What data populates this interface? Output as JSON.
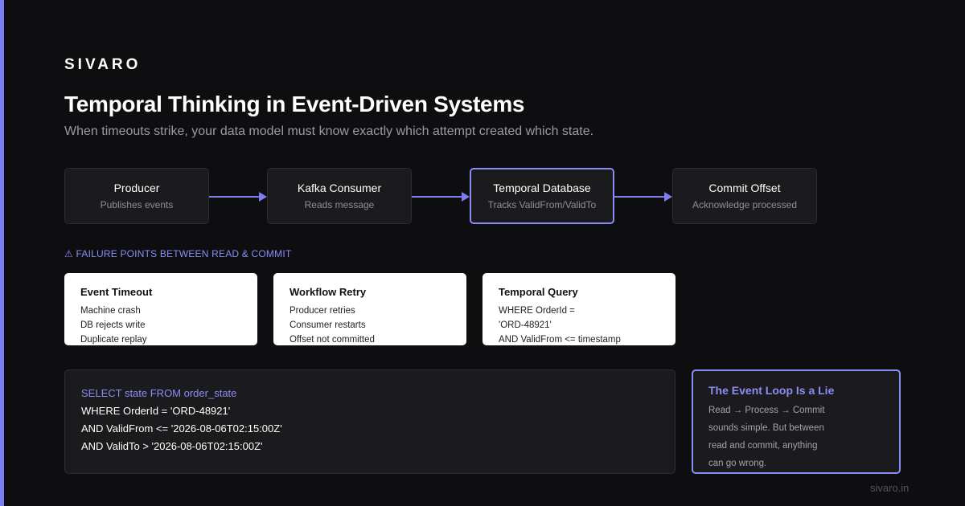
{
  "brand": "SIVARO",
  "title": "Temporal Thinking in Event-Driven Systems",
  "subtitle": "When timeouts strike, your data model must know exactly which attempt created which state.",
  "flow": [
    {
      "title": "Producer",
      "subtitle": "Publishes events"
    },
    {
      "title": "Kafka Consumer",
      "subtitle": "Reads message"
    },
    {
      "title": "Temporal Database",
      "subtitle": "Tracks ValidFrom/ValidTo"
    },
    {
      "title": "Commit Offset",
      "subtitle": "Acknowledge processed"
    }
  ],
  "failure_heading": "⚠ FAILURE POINTS BETWEEN READ & COMMIT",
  "cards": [
    {
      "title": "Event Timeout",
      "lines": [
        "Machine crash",
        "DB rejects write",
        "Duplicate replay"
      ]
    },
    {
      "title": "Workflow Retry",
      "lines": [
        "Producer retries",
        "Consumer restarts",
        "Offset not committed"
      ]
    },
    {
      "title": "Temporal Query",
      "lines": [
        "WHERE OrderId =",
        "'ORD-48921'",
        "AND ValidFrom <= timestamp"
      ]
    }
  ],
  "query": {
    "lines": [
      "SELECT state FROM order_state",
      "WHERE OrderId = 'ORD-48921'",
      "AND ValidFrom <= '2026-08-06T02:15:00Z'",
      "AND ValidTo > '2026-08-06T02:15:00Z'"
    ]
  },
  "note": {
    "title": "The Event Loop Is a Lie",
    "lines": [
      "Read → Process → Commit",
      "sounds simple. But between",
      "read and commit, anything",
      "can go wrong."
    ]
  },
  "footer": "sivaro.in",
  "colors": {
    "background": "#0e0e10",
    "accent": "#7c7ef2",
    "accent_light": "#8b8df5",
    "box": "#1b1b1e",
    "card": "#ffffff"
  }
}
